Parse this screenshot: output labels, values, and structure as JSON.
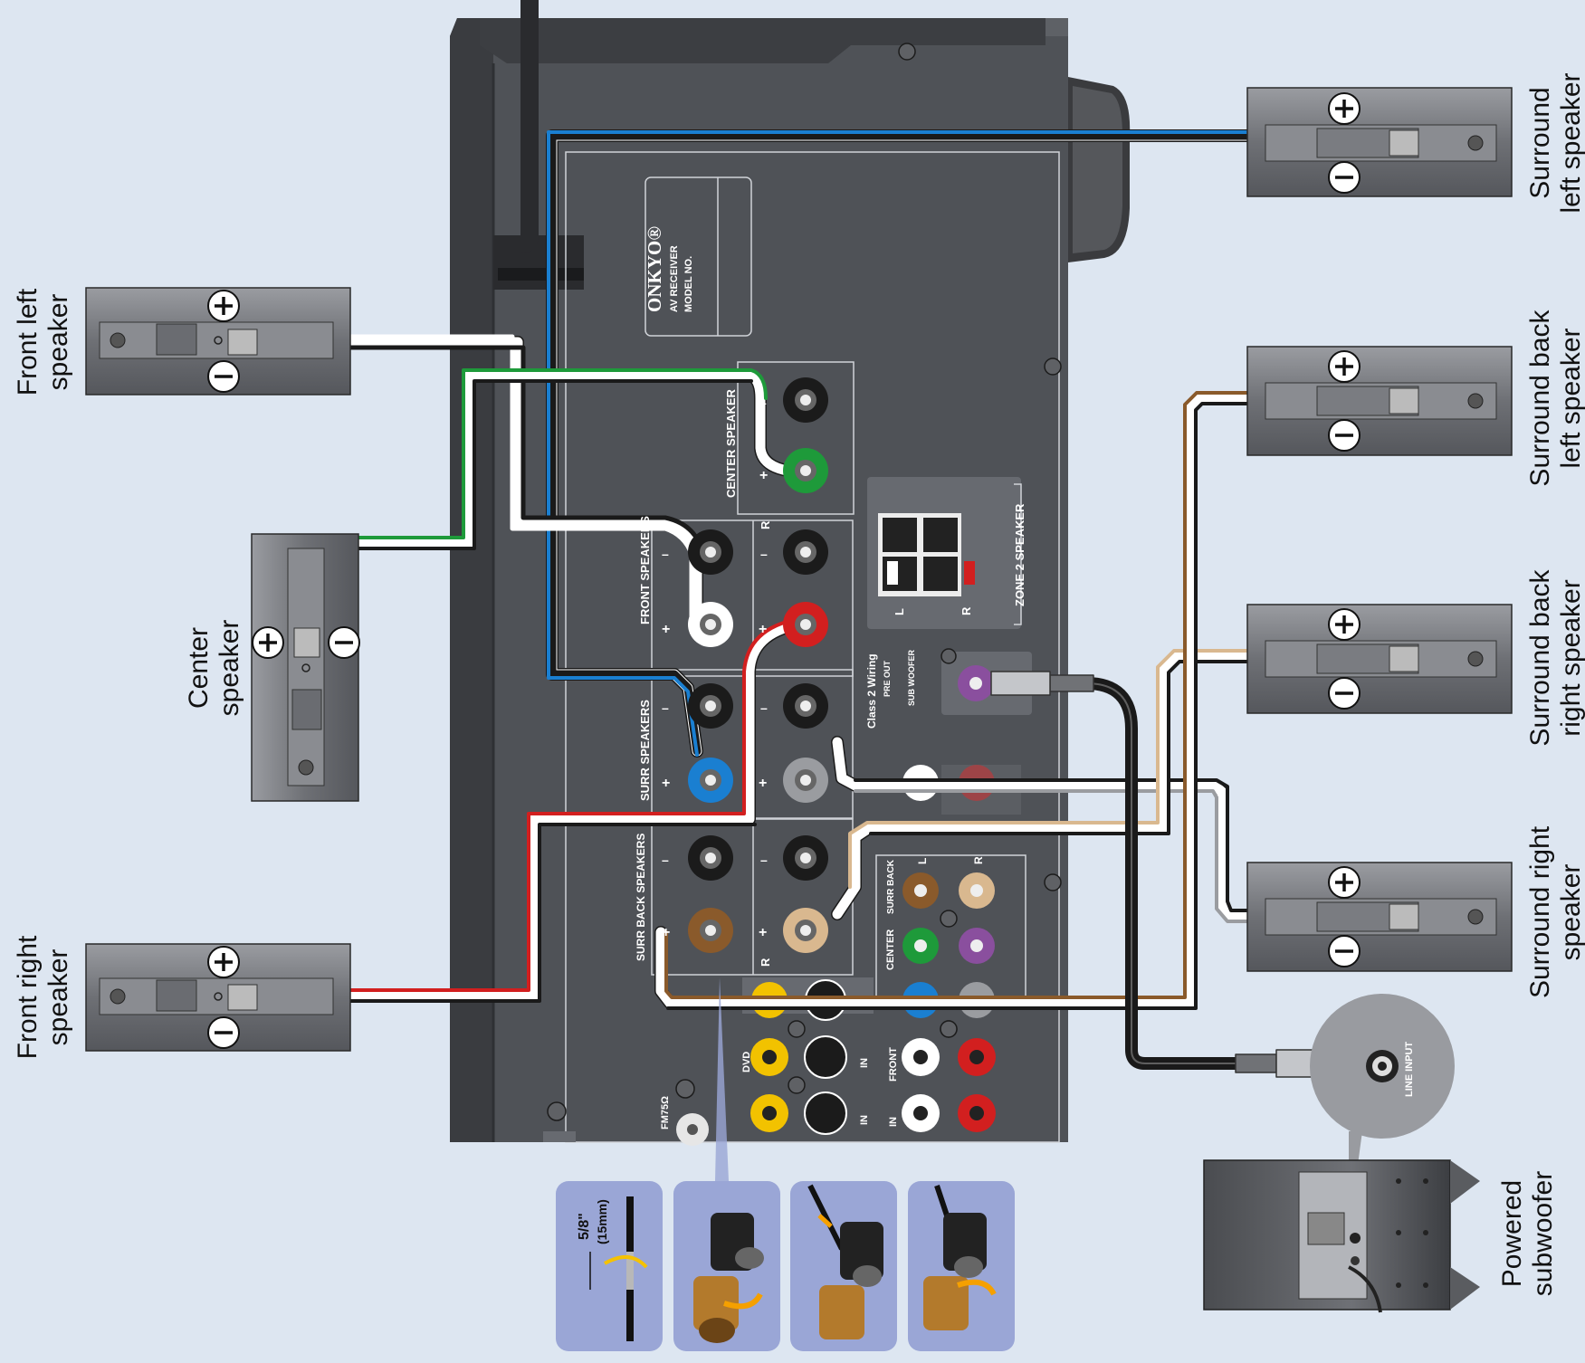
{
  "receiver": {
    "brand": "ONKYO®",
    "subtitle": "AV RECEIVER",
    "model_label": "MODEL NO."
  },
  "panel": {
    "center_speaker": "CENTER SPEAKER",
    "front_speakers": "FRONT SPEAKERS",
    "surr_speakers": "SURR SPEAKERS",
    "surr_back_speakers": "SURR BACK SPEAKERS",
    "zone2_speaker": "ZONE 2 SPEAKER",
    "class2_wiring": "Class 2 Wiring",
    "pre_out": "PRE OUT",
    "sub_woofer": "SUB WOOFER",
    "center": "CENTER",
    "surr_back": "SURR BACK",
    "front": "FRONT",
    "dvd": "DVD",
    "fm75": "FM75Ω",
    "in_label": "IN",
    "l": "L",
    "r": "R",
    "plus": "+",
    "minus": "–"
  },
  "captions": {
    "front_left": [
      "Front left",
      "speaker"
    ],
    "center": [
      "Center",
      "speaker"
    ],
    "front_right": [
      "Front right",
      "speaker"
    ],
    "surround_left": [
      "Surround",
      "left speaker"
    ],
    "surround_back_left": [
      "Surround back",
      "left speaker"
    ],
    "surround_back_right": [
      "Surround back",
      "right speaker"
    ],
    "surround_right": [
      "Surround right",
      "speaker"
    ],
    "subwoofer": [
      "Powered",
      "subwoofer"
    ]
  },
  "subwoofer": {
    "line_input": "LINE INPUT"
  },
  "steps": {
    "strip_length": "5/8\"",
    "strip_length_metric": "(15mm)"
  },
  "wire_colors": {
    "front_left": "#ffffff",
    "front_right": "#d21f1f",
    "center": "#1e9a3a",
    "surround_left": "#1a7fd1",
    "surround_right": "#9a9ca0",
    "surround_back_left": "#8a5a2b",
    "surround_back_right": "#d9b88f",
    "subwoofer_jack": "#8a4f9e"
  }
}
